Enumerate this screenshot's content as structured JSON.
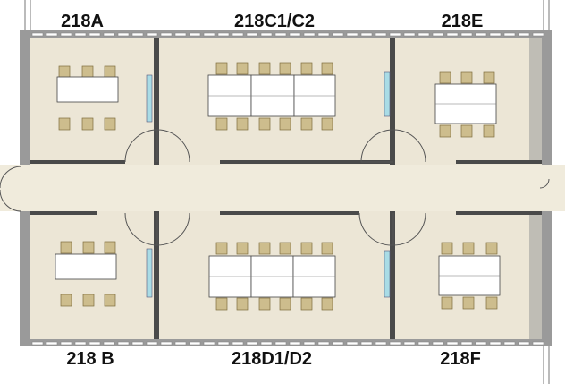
{
  "rooms": {
    "r218a": "218A",
    "r218c": "218C1/C2",
    "r218e": "218E",
    "r218b": "218 B",
    "r218d": "218D1/D2",
    "r218f": "218F"
  },
  "colors": {
    "room_fill": "#ece6d6",
    "corridor_fill": "#f0ebdc",
    "wall": "#9a9a9a",
    "wall_dark": "#4a4a4a",
    "table": "#ffffff",
    "chair": "#cdbd8d",
    "chair_border": "#7e6d3e",
    "whiteboard": "#a9dce6"
  }
}
